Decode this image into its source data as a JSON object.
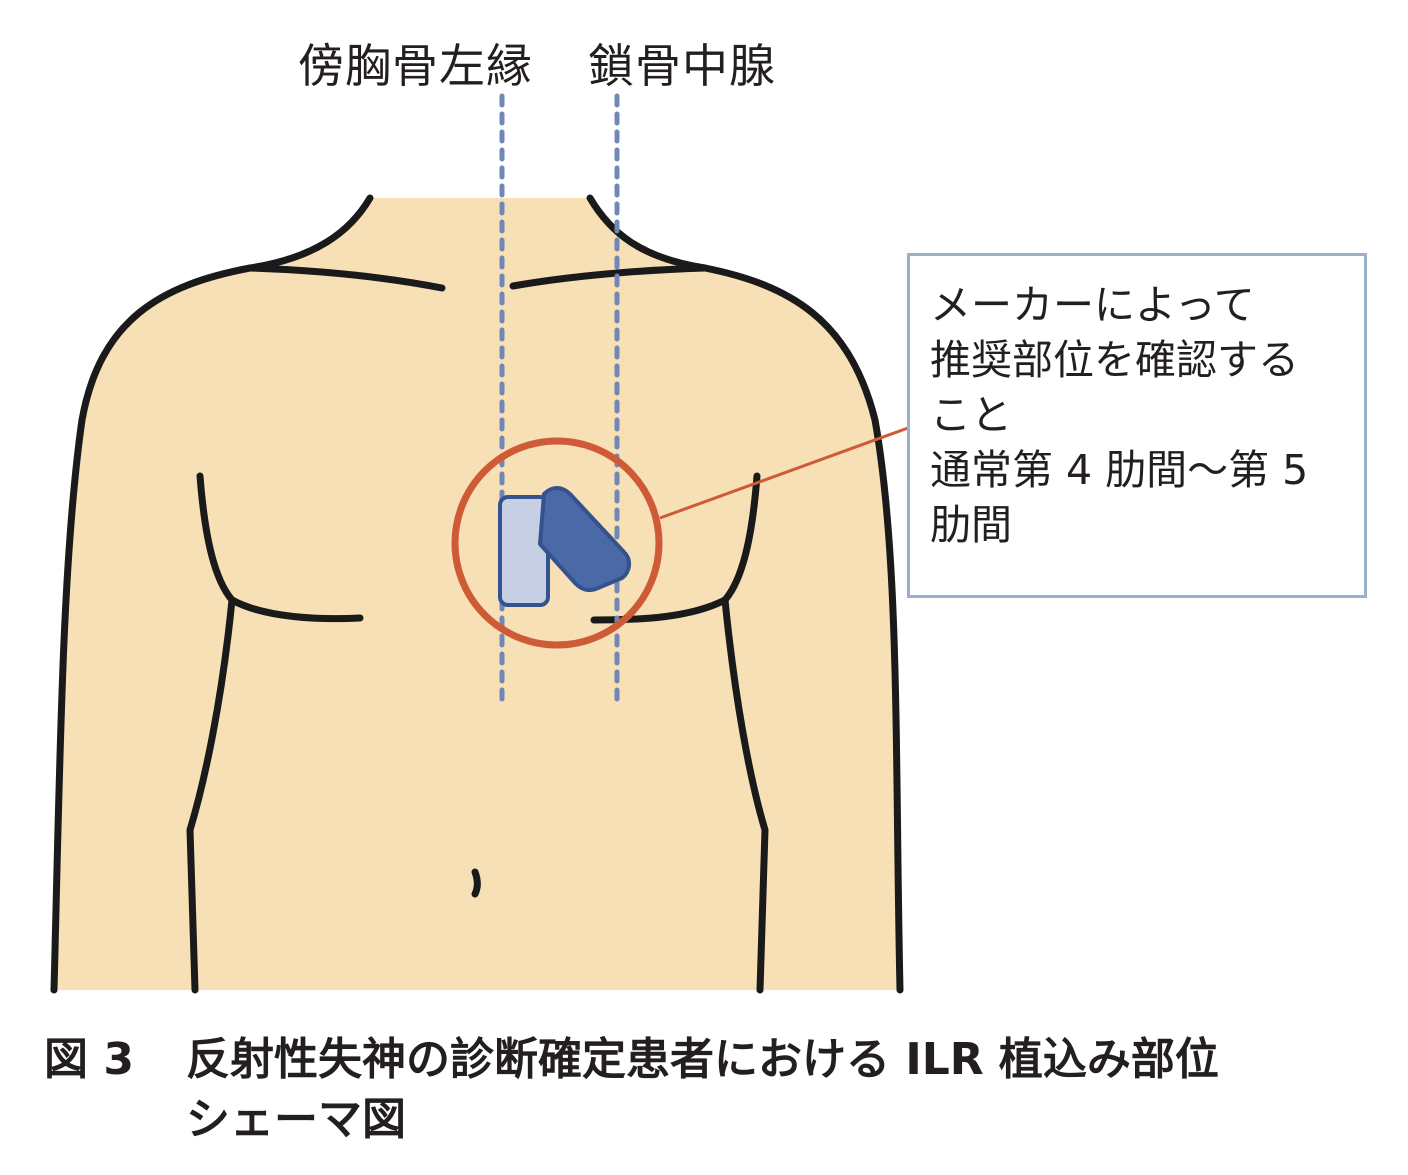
{
  "labels": {
    "left_line": "傍胸骨左縁",
    "right_line": "鎖骨中腺"
  },
  "callout": {
    "lines": [
      "メーカーによって",
      "推奨部位を確認する",
      "こと",
      "通常第 4 肋間～第 5",
      "肋間"
    ]
  },
  "caption": {
    "number": "図 3",
    "title_line1": "反射性失神の診断確定患者における ILR 植込み部位",
    "title_line2": "シェーマ図"
  },
  "colors": {
    "skin": "#f8e0b6",
    "outline": "#1a1a1a",
    "guide_line": "#7088b8",
    "highlight_circle": "#cf5a37",
    "device_light": "#c6cfe3",
    "device_dark": "#4a69a6",
    "device_stroke": "#34528e",
    "callout_border": "#9db0cb"
  },
  "icons": {
    "device_pending": "ilr-device-icon-light",
    "device_inserted": "ilr-device-icon-dark"
  }
}
